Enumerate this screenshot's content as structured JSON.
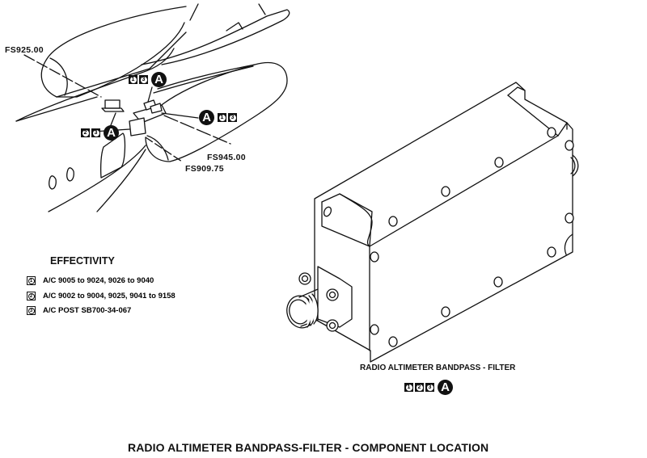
{
  "figure": {
    "title": "RADIO ALTIMETER BANDPASS-FILTER - COMPONENT LOCATION"
  },
  "location_view": {
    "station_labels": [
      "FS925.00",
      "FS945.00",
      "FS909.75"
    ],
    "callouts": [
      {
        "detail": "A",
        "effectivity": [
          "1",
          "3"
        ],
        "position": "upper"
      },
      {
        "detail": "A",
        "effectivity": [
          "1",
          "3"
        ],
        "position": "right"
      },
      {
        "detail": "A",
        "effectivity": [
          "2",
          "3"
        ],
        "position": "left"
      }
    ]
  },
  "effectivity": {
    "title": "EFFECTIVITY",
    "items": [
      {
        "key": "1",
        "text": "A/C 9005 to 9024, 9026 to 9040"
      },
      {
        "key": "2",
        "text": "A/C 9002 to 9004, 9025, 9041 to 9158"
      },
      {
        "key": "3",
        "text": "A/C POST SB700-34-067"
      }
    ]
  },
  "detail_view": {
    "caption": "RADIO ALTIMETER BANDPASS - FILTER",
    "detail": "A",
    "effectivity": [
      "1",
      "2",
      "3"
    ]
  }
}
